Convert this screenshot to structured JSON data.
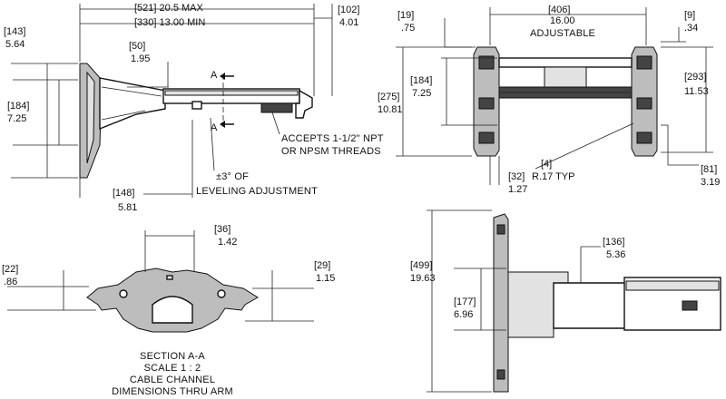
{
  "top_view": {
    "overall_metric": "[521]",
    "overall_imperial": "20.5 MAX",
    "min_metric": "[330]",
    "min_imperial": "13.00 MIN",
    "extension_metric": "[102]",
    "extension_imperial": "4.01",
    "top_metric": "[143]",
    "top_imperial": "5.64",
    "plate_metric": "[184]",
    "plate_imperial": "7.25",
    "arm_metric": "[50]",
    "arm_imperial": "1.95",
    "bottom_metric": "[148]",
    "bottom_imperial": "5.81",
    "section_marker": "A",
    "threads_line1": "ACCEPTS 1-1/2\" NPT",
    "threads_line2": "OR NPSM THREADS",
    "leveling_line1": "±3° OF",
    "leveling_line2": "LEVELING ADJUSTMENT"
  },
  "front_view": {
    "width_metric": "[406]",
    "width_imperial": "16.00",
    "width_note": "ADJUSTABLE",
    "left_metric": "[19]",
    "left_imperial": ".75",
    "right_metric": "[9]",
    "right_imperial": ".34",
    "height_metric": "[275]",
    "height_imperial": "10.81",
    "inner_metric": "[184]",
    "inner_imperial": "7.25",
    "slot_metric": "[293]",
    "slot_imperial": "11.53",
    "radius_metric": "[4]",
    "radius_imperial": "R.17 TYP",
    "foot_metric": "[32]",
    "foot_imperial": "1.27",
    "offset_metric": "[81]",
    "offset_imperial": "3.19"
  },
  "section_view": {
    "width_metric": "[36]",
    "width_imperial": "1.42",
    "left_metric": "[22]",
    "left_imperial": ".86",
    "right_metric": "[29]",
    "right_imperial": "1.15",
    "caption": [
      "SECTION A-A",
      "SCALE 1 : 2",
      "CABLE CHANNEL",
      "DIMENSIONS THRU ARM"
    ]
  },
  "side_view": {
    "height_metric": "[499]",
    "height_imperial": "19.63",
    "arm_metric": "[136]",
    "arm_imperial": "5.36",
    "lower_metric": "[177]",
    "lower_imperial": "6.96"
  }
}
